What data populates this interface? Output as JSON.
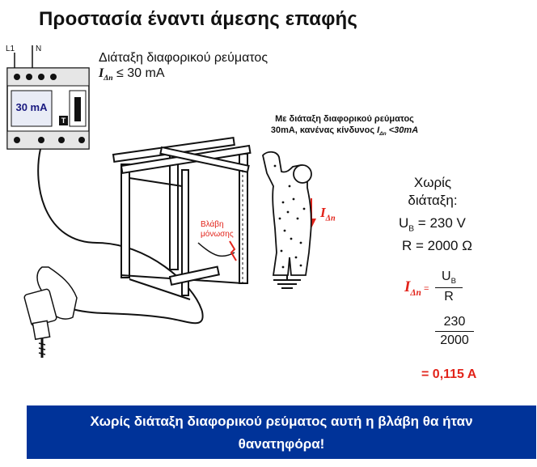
{
  "title": "Προστασία έναντι άμεσης επαφής",
  "device": {
    "l1_label": "L1",
    "n_label": "N",
    "rating_label": "30 mA",
    "test_label": "T"
  },
  "rcd_label": {
    "line1": "Διάταξη διαφορικού ρεύματος",
    "symbol_i": "I",
    "symbol_sub": "Δn",
    "line2_rest": " ≤ 30 mA"
  },
  "callout": {
    "line1": "Με διάταξη διαφορικού ρεύματος",
    "line2_prefix": "30mA, κανένας κίνδυνος ",
    "line2_i": "I",
    "line2_sub": "Δn",
    "line2_suffix": " <30mA"
  },
  "current_label": {
    "i": "I",
    "sub": "Δn"
  },
  "fault_label": {
    "line1": "Βλάβη",
    "line2": "μόνωσης"
  },
  "calc": {
    "no_rcd_line1": "Χωρίς",
    "no_rcd_line2": "διάταξη:",
    "ub_prefix": "U",
    "ub_sub": "B",
    "ub_rest": " = 230 V",
    "r_line": "R  = 2000 Ω",
    "formula_i": "I",
    "formula_sub": "Δn",
    "formula_eq": " =",
    "frac1_num_u": "U",
    "frac1_num_sub": "B",
    "frac1_den": "R",
    "frac2_num": "230",
    "frac2_den": "2000",
    "result": "= 0,115 A"
  },
  "banner": {
    "line1": "Χωρίς διάταξη διαφορικού ρεύματος  αυτή η βλάβη θα ήταν",
    "line2": "θανατηφόρα!"
  },
  "colors": {
    "accent_red": "#e2231a",
    "banner_blue": "#003399",
    "rating_text": "#1a1a80"
  }
}
